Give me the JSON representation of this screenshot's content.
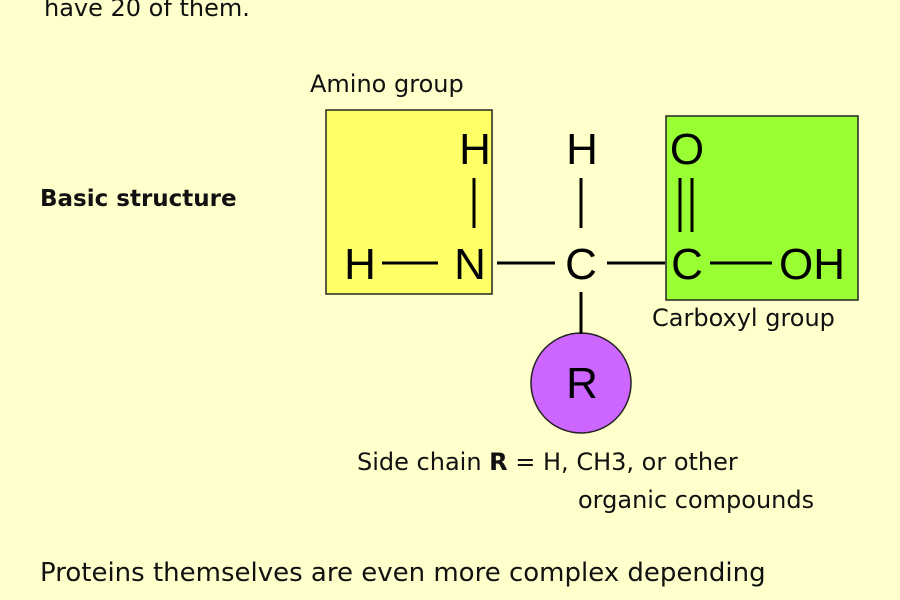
{
  "intro_text": "have 20 of them.",
  "basic_label": "Basic structure",
  "amino_label": "Amino group",
  "carboxyl_label": "Carboxyl group",
  "side_chain": {
    "line1_prefix": "Side chain ",
    "line1_bold": "R",
    "line1_suffix": " = H, CH3, or other",
    "line2": "organic compounds"
  },
  "footer_text": "Proteins themselves are even more complex depending",
  "atoms": {
    "h_left": "H",
    "h_top_n": "H",
    "n": "N",
    "h_top_c": "H",
    "c_alpha": "C",
    "o_top": "O",
    "c_carboxyl": "C",
    "oh": "OH",
    "r": "R"
  },
  "colors": {
    "background": "#ffffcc",
    "amino_box": "#ffff66",
    "carboxyl_box": "#99ff33",
    "r_circle": "#cc66ff"
  }
}
